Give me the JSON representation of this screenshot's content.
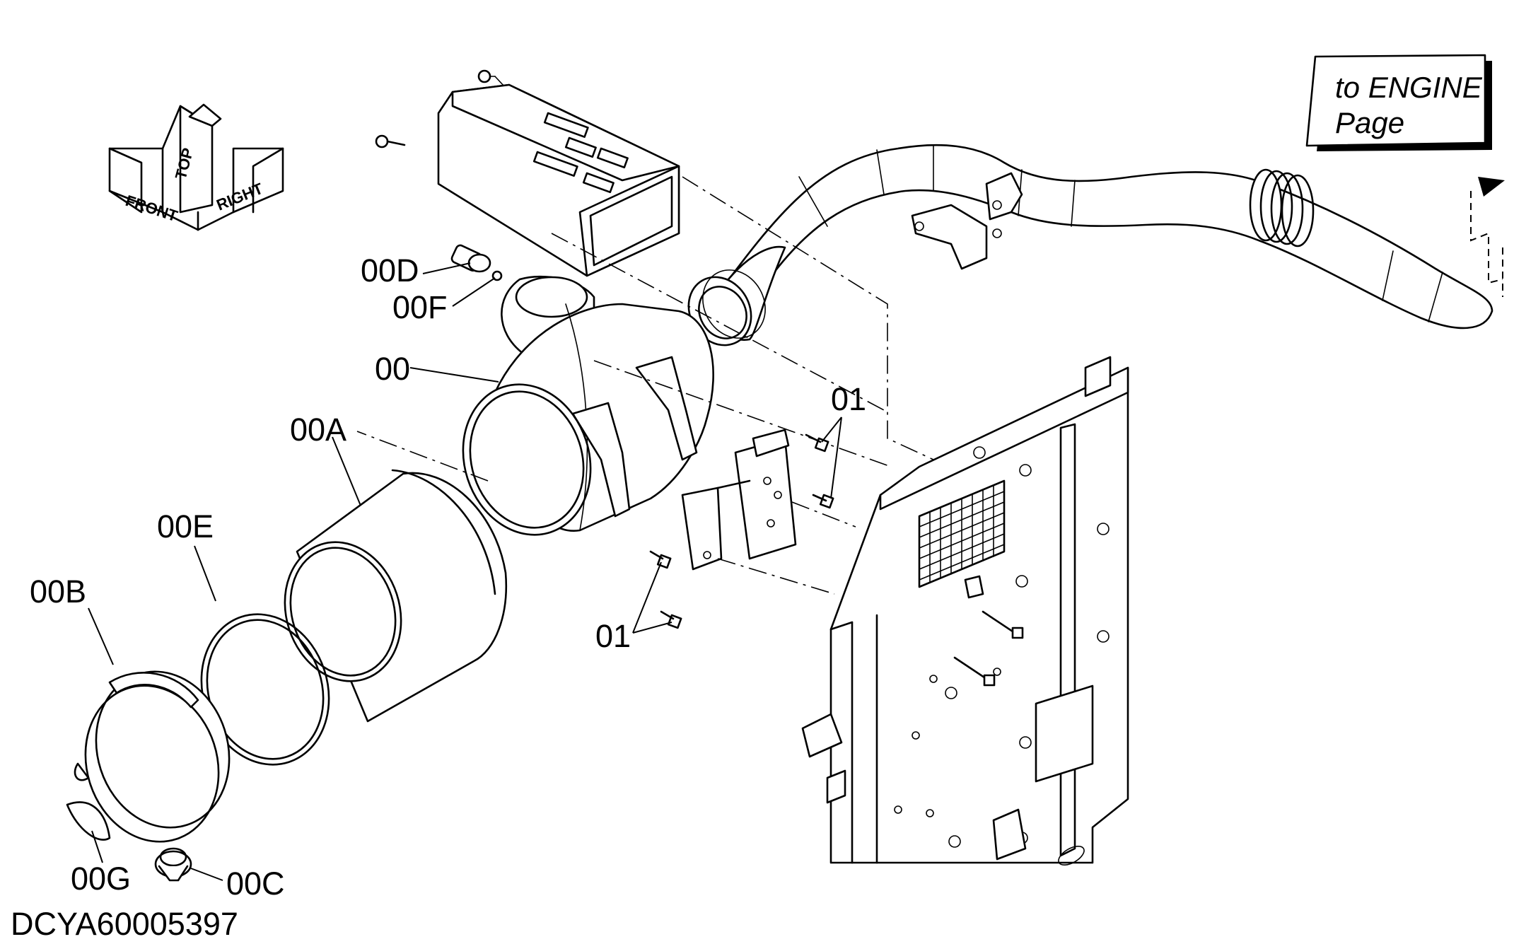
{
  "orientation": {
    "front": "FRONT",
    "top": "TOP",
    "right": "RIGHT"
  },
  "engine_link": {
    "line1": "to ENGINE",
    "line2": "Page"
  },
  "callouts": {
    "c00D": "00D",
    "c00F": "00F",
    "c00": "00",
    "c00A": "00A",
    "c00E": "00E",
    "c00B": "00B",
    "c00G": "00G",
    "c00C": "00C",
    "c01a": "01",
    "c01b": "01"
  },
  "document_code": "DCYA60005397"
}
